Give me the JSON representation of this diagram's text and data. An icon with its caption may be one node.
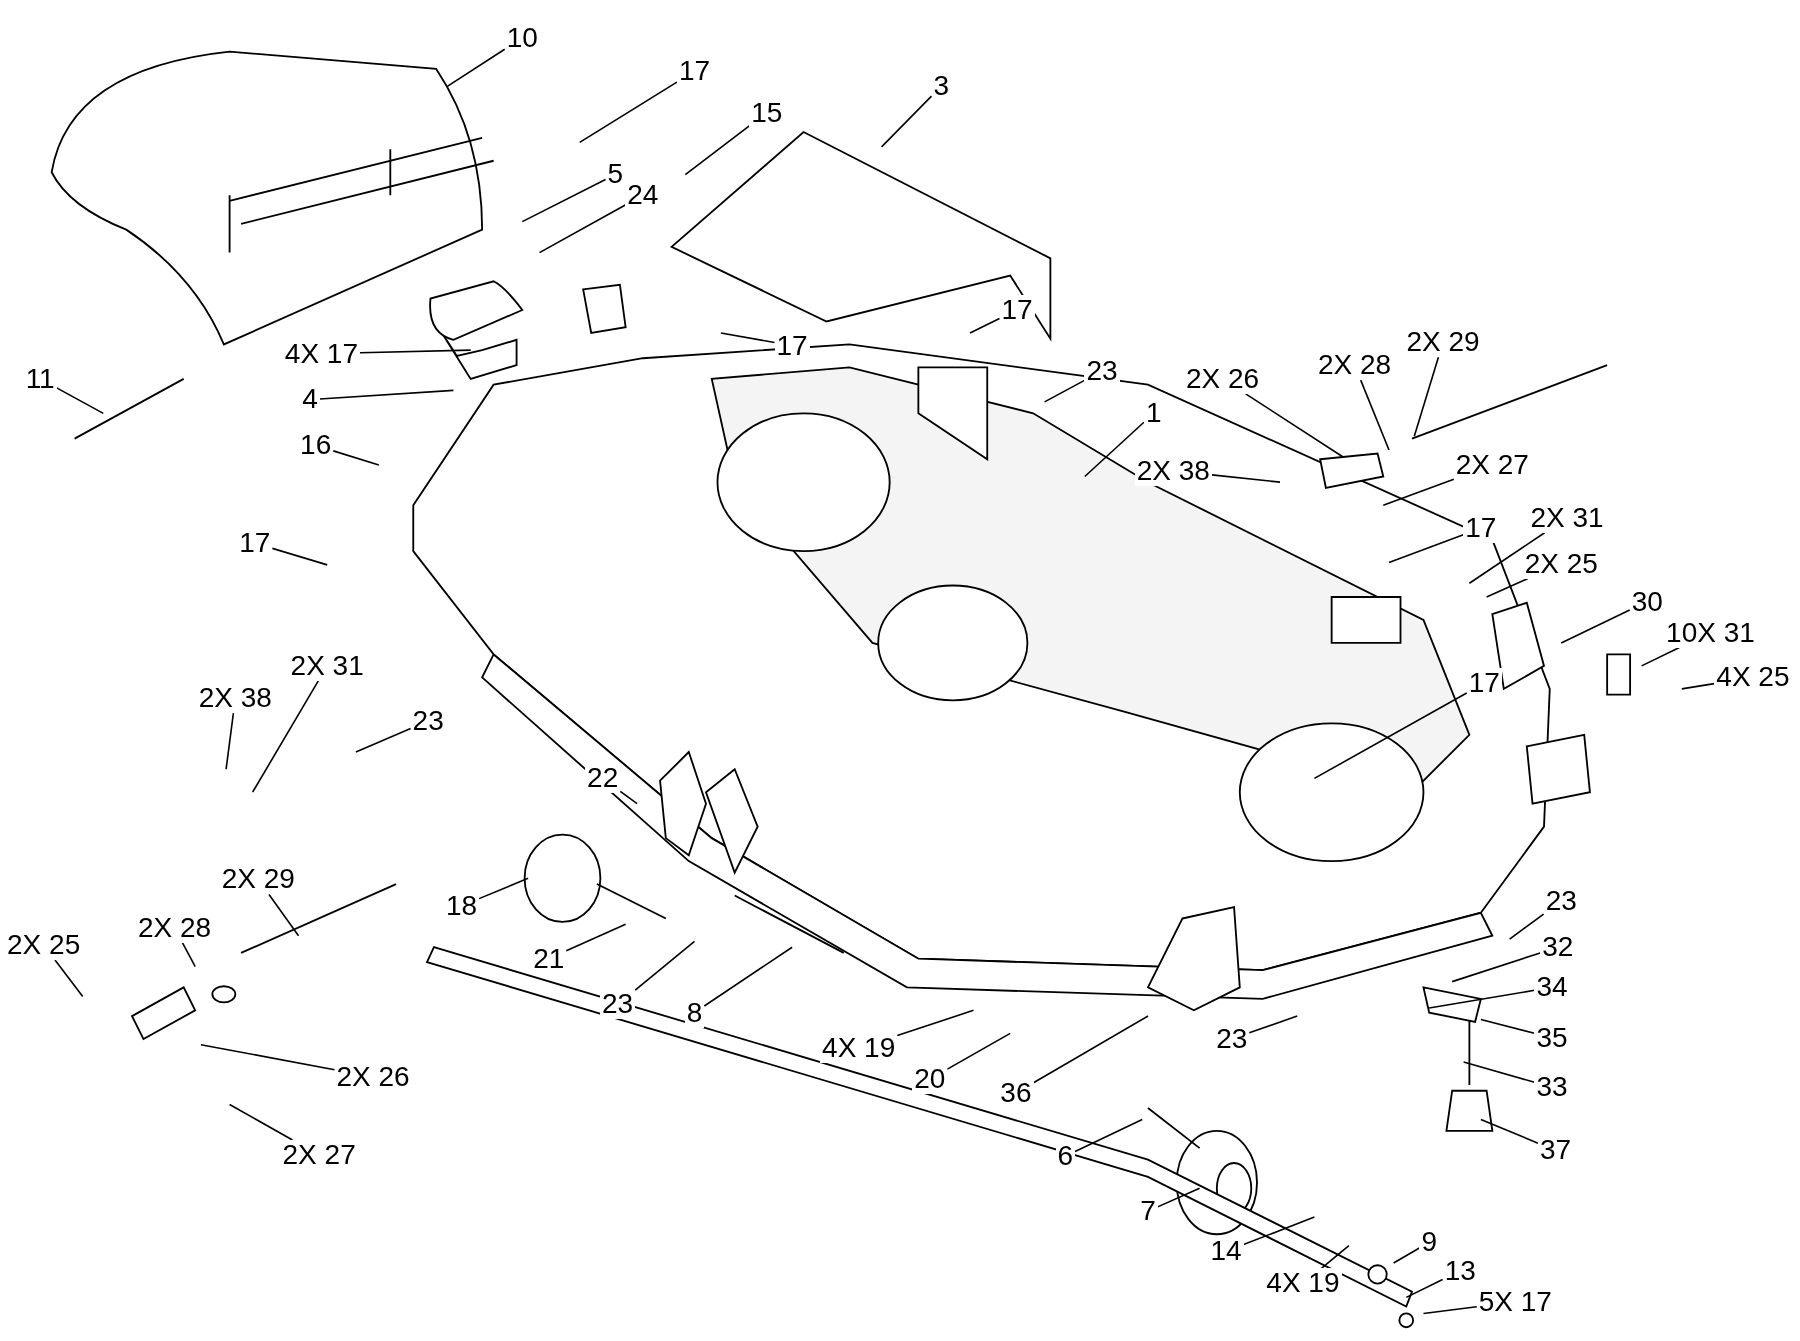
{
  "diagram": {
    "nodes": [
      {
        "text": [
          "10"
        ]
      },
      {
        "text": [
          "17"
        ]
      },
      {
        "text": [
          "15"
        ]
      },
      {
        "text": [
          "3"
        ]
      },
      {
        "text": [
          "5"
        ]
      },
      {
        "text": [
          "24"
        ]
      },
      {
        "text": [
          "11"
        ]
      },
      {
        "text": [
          "4X 17"
        ]
      },
      {
        "text": [
          "4"
        ]
      },
      {
        "text": [
          "17"
        ]
      },
      {
        "text": [
          "17"
        ]
      },
      {
        "text": [
          "23"
        ]
      },
      {
        "text": [
          "16"
        ]
      },
      {
        "text": [
          "1"
        ]
      },
      {
        "text": [
          "2X 26"
        ]
      },
      {
        "text": [
          "2X 28"
        ]
      },
      {
        "text": [
          "2X 29"
        ]
      },
      {
        "text": [
          "2X 38"
        ]
      },
      {
        "text": [
          "2X 27"
        ]
      },
      {
        "text": [
          "17"
        ]
      },
      {
        "text": [
          "17"
        ]
      },
      {
        "text": [
          "2X 31"
        ]
      },
      {
        "text": [
          "2X 25"
        ]
      },
      {
        "text": [
          "30"
        ]
      },
      {
        "text": [
          "2X 31"
        ]
      },
      {
        "text": [
          "2X 38"
        ]
      },
      {
        "text": [
          "10X 31"
        ]
      },
      {
        "text": [
          "4X 25"
        ]
      },
      {
        "text": [
          "17"
        ]
      },
      {
        "text": [
          "23"
        ]
      },
      {
        "text": [
          "22"
        ]
      },
      {
        "text": [
          "18"
        ]
      },
      {
        "text": [
          "2X 29"
        ]
      },
      {
        "text": [
          "2X 25"
        ]
      },
      {
        "text": [
          "2X 28"
        ]
      },
      {
        "text": [
          "21"
        ]
      },
      {
        "text": [
          "23"
        ]
      },
      {
        "text": [
          "8"
        ]
      },
      {
        "text": [
          "2X 26"
        ]
      },
      {
        "text": [
          "2X 27"
        ]
      },
      {
        "text": [
          "23"
        ]
      },
      {
        "text": [
          "32"
        ]
      },
      {
        "text": [
          "34"
        ]
      },
      {
        "text": [
          "35"
        ]
      },
      {
        "text": [
          "33"
        ]
      },
      {
        "text": [
          "37"
        ]
      },
      {
        "text": [
          "4X 19"
        ]
      },
      {
        "text": [
          "20"
        ]
      },
      {
        "text": [
          "36"
        ]
      },
      {
        "text": [
          "23"
        ]
      },
      {
        "text": [
          "6"
        ]
      },
      {
        "text": [
          "7"
        ]
      },
      {
        "text": [
          "14"
        ]
      },
      {
        "text": [
          "4X 19"
        ]
      },
      {
        "text": [
          "9"
        ]
      },
      {
        "text": [
          "13"
        ]
      },
      {
        "text": [
          "5X 17"
        ]
      }
    ],
    "edges": [
      {
        "from": 0,
        "to": null,
        "arrow": "none"
      },
      {
        "from": 1,
        "to": null,
        "arrow": "none"
      },
      {
        "from": 2,
        "to": null,
        "arrow": "none"
      },
      {
        "from": 3,
        "to": null,
        "arrow": "none"
      },
      {
        "from": 4,
        "to": null,
        "arrow": "none"
      },
      {
        "from": 5,
        "to": null,
        "arrow": "none"
      },
      {
        "from": 6,
        "to": null,
        "arrow": "none"
      },
      {
        "from": 7,
        "to": null,
        "arrow": "none"
      },
      {
        "from": 8,
        "to": null,
        "arrow": "none"
      },
      {
        "from": 9,
        "to": null,
        "arrow": "none"
      },
      {
        "from": 10,
        "to": null,
        "arrow": "none"
      },
      {
        "from": 11,
        "to": null,
        "arrow": "none"
      },
      {
        "from": 12,
        "to": null,
        "arrow": "none"
      },
      {
        "from": 13,
        "to": null,
        "arrow": "none"
      },
      {
        "from": 14,
        "to": null,
        "arrow": "none"
      },
      {
        "from": 15,
        "to": null,
        "arrow": "none"
      },
      {
        "from": 16,
        "to": null,
        "arrow": "none"
      },
      {
        "from": 17,
        "to": null,
        "arrow": "none"
      },
      {
        "from": 18,
        "to": null,
        "arrow": "none"
      },
      {
        "from": 19,
        "to": null,
        "arrow": "none"
      },
      {
        "from": 20,
        "to": null,
        "arrow": "none"
      },
      {
        "from": 21,
        "to": null,
        "arrow": "none"
      },
      {
        "from": 22,
        "to": null,
        "arrow": "none"
      },
      {
        "from": 23,
        "to": null,
        "arrow": "none"
      },
      {
        "from": 24,
        "to": null,
        "arrow": "none"
      },
      {
        "from": 25,
        "to": null,
        "arrow": "none"
      },
      {
        "from": 26,
        "to": null,
        "arrow": "none"
      },
      {
        "from": 27,
        "to": null,
        "arrow": "none"
      },
      {
        "from": 28,
        "to": null,
        "arrow": "none"
      },
      {
        "from": 29,
        "to": null,
        "arrow": "none"
      },
      {
        "from": 30,
        "to": null,
        "arrow": "none"
      },
      {
        "from": 31,
        "to": null,
        "arrow": "none"
      },
      {
        "from": 32,
        "to": null,
        "arrow": "none"
      },
      {
        "from": 33,
        "to": null,
        "arrow": "none"
      },
      {
        "from": 34,
        "to": null,
        "arrow": "none"
      },
      {
        "from": 35,
        "to": null,
        "arrow": "none"
      },
      {
        "from": 36,
        "to": null,
        "arrow": "none"
      },
      {
        "from": 37,
        "to": null,
        "arrow": "none"
      },
      {
        "from": 38,
        "to": null,
        "arrow": "none"
      },
      {
        "from": 39,
        "to": null,
        "arrow": "none"
      },
      {
        "from": 40,
        "to": null,
        "arrow": "none"
      },
      {
        "from": 41,
        "to": null,
        "arrow": "none"
      },
      {
        "from": 42,
        "to": null,
        "arrow": "none"
      },
      {
        "from": 43,
        "to": null,
        "arrow": "none"
      },
      {
        "from": 44,
        "to": null,
        "arrow": "none"
      },
      {
        "from": 45,
        "to": null,
        "arrow": "none"
      },
      {
        "from": 46,
        "to": null,
        "arrow": "none"
      },
      {
        "from": 47,
        "to": null,
        "arrow": "none"
      },
      {
        "from": 48,
        "to": null,
        "arrow": "none"
      },
      {
        "from": 49,
        "to": null,
        "arrow": "none"
      },
      {
        "from": 50,
        "to": null,
        "arrow": "none"
      },
      {
        "from": 51,
        "to": null,
        "arrow": "none"
      },
      {
        "from": 52,
        "to": null,
        "arrow": "none"
      },
      {
        "from": 53,
        "to": null,
        "arrow": "none"
      },
      {
        "from": 54,
        "to": null,
        "arrow": "none"
      },
      {
        "from": 55,
        "to": null,
        "arrow": "none"
      },
      {
        "from": 56,
        "to": null,
        "arrow": "none"
      }
    ]
  }
}
